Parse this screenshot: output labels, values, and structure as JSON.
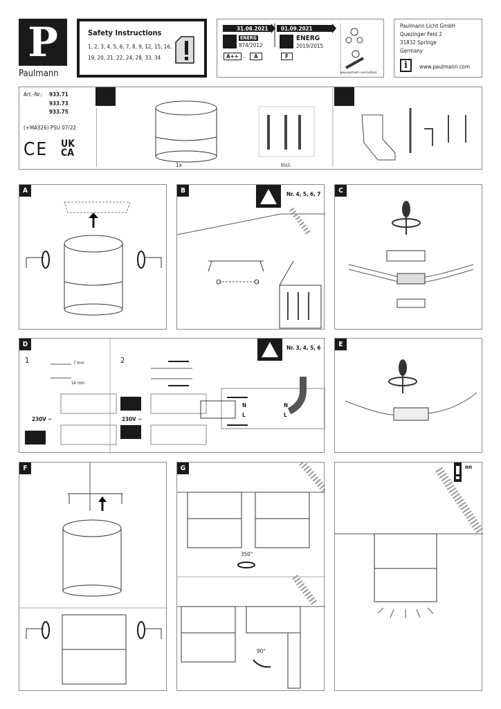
{
  "brand": {
    "logo_letter": "P",
    "name": "Paulmann"
  },
  "safety": {
    "title": "Safety Instructions",
    "line1": "1, 2, 3, 4, 5, 6, 7, 8, 9, 12, 15, 16,",
    "line2": "19, 20, 21, 22, 24, 28, 33, 34"
  },
  "energy": {
    "date_old": "31.08.2021",
    "date_new": "01.09.2021",
    "energ_old": "ENERG",
    "reg_old": "874/2012",
    "energ_new": "ENERG",
    "reg_new": "2019/2015",
    "class_high": "A++",
    "dash": "-",
    "class_low": "A",
    "class_new": "F",
    "url": "www.paulmann.com/symbols"
  },
  "address": {
    "company": "Paulmann Licht GmbH",
    "street": "Quezinger Feld 2",
    "city": "31832 Springe",
    "country": "Germany",
    "info_icon": "i",
    "web": "www.paulmann.com"
  },
  "product": {
    "art_label": "Art.-Nr.:",
    "art_numbers": [
      "933.71",
      "933.73",
      "933.75"
    ],
    "psu": "(+MA326) PSU 07/22",
    "ce": "CE",
    "ukca_top": "UK",
    "ukca_bottom": "CA",
    "qty": "1x",
    "incl": "Incl."
  },
  "steps": {
    "A": {
      "label": "A"
    },
    "B": {
      "label": "B",
      "note": "Nr. 4, 5, 6, 7"
    },
    "C": {
      "label": "C"
    },
    "D": {
      "label": "D",
      "note": "Nr. 3, 4, 5, 6",
      "sub1": "1",
      "sub2": "2",
      "strip1": "7 mm",
      "strip2": "14 mm",
      "voltage": "230V ~",
      "n": "N",
      "l": "L"
    },
    "E": {
      "label": "E"
    },
    "F": {
      "label": "F"
    },
    "G": {
      "label": "G",
      "angle1": "350°",
      "angle2": "90°"
    },
    "H": {
      "on": "on"
    }
  }
}
